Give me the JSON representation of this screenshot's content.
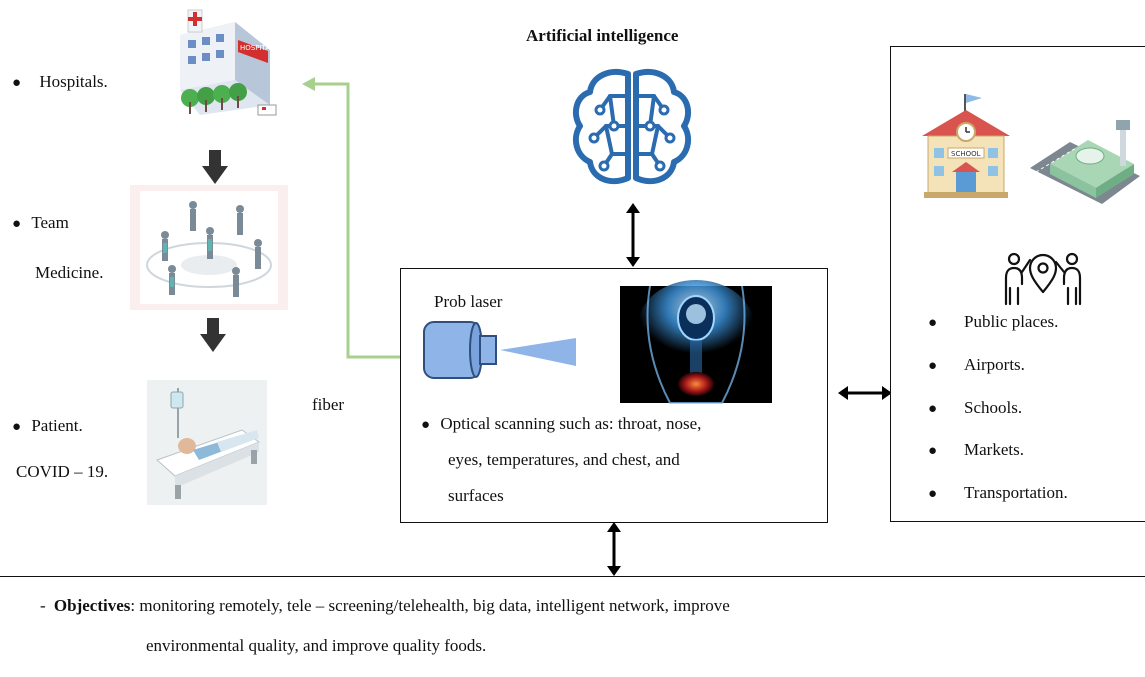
{
  "ai": {
    "title": "Artificial intelligence"
  },
  "left": {
    "hospitals": "Hospitals.",
    "team_line1": "Team",
    "team_line2": "Medicine.",
    "patient_line1": "Patient.",
    "patient_line2": "COVID – 19.",
    "hospital_sign": "HOSPITAL"
  },
  "fiber_label": "fiber",
  "scanner": {
    "probe_label": "Prob laser",
    "bullet_line1": "Optical scanning such as: throat, nose,",
    "bullet_line2": "eyes, temperatures, and chest, and",
    "bullet_line3": "surfaces"
  },
  "public": {
    "school_sign": "SCHOOL",
    "items": [
      "Public places.",
      "Airports.",
      "Schools.",
      "Markets.",
      "Transportation."
    ]
  },
  "objectives": {
    "dash": "-",
    "label": "Objectives",
    "line1_rest": ": monitoring remotely, tele – screening/telehealth, big data, intelligent network, improve",
    "line2": "environmental quality, and improve quality foods."
  },
  "colors": {
    "fiber": "#a8d08d",
    "brain": "#2b6cb0",
    "probe": "#8fb4e8",
    "arrow": "#444444"
  }
}
